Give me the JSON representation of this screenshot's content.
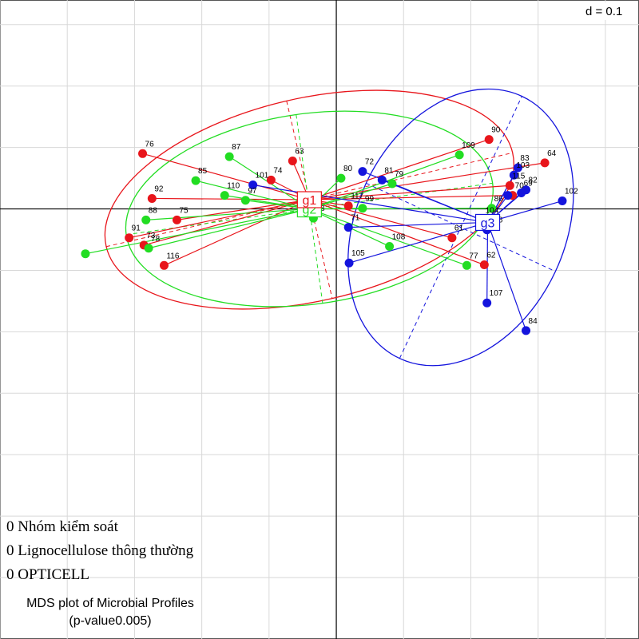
{
  "chart_data": {
    "type": "scatter",
    "scale_label": "d = 0.1",
    "grid_step": 0.1,
    "xlim": [
      -0.5,
      0.45
    ],
    "ylim": [
      -0.7,
      0.34
    ],
    "colors": {
      "g1": "#e8151b",
      "g2": "#22dd22",
      "g3": "#1414dd"
    },
    "groups": [
      {
        "name": "g1",
        "color": "#e8151b",
        "centroid": [
          -0.04,
          0.015
        ],
        "ellipse": {
          "center": [
            -0.04,
            0.015
          ],
          "rx": 0.31,
          "ry": 0.165,
          "angle_deg": 13
        }
      },
      {
        "name": "g2",
        "color": "#22dd22",
        "centroid": [
          -0.04,
          0.0
        ],
        "ellipse": {
          "center": [
            -0.04,
            0.0
          ],
          "rx": 0.275,
          "ry": 0.155,
          "angle_deg": 8
        }
      },
      {
        "name": "g3",
        "color": "#1414dd",
        "centroid": [
          0.225,
          -0.022
        ],
        "ellipse": {
          "center": [
            0.185,
            -0.03
          ],
          "rx": 0.215,
          "ry": 0.17,
          "angle_deg": 65
        }
      }
    ],
    "points": [
      {
        "label": "90",
        "group": "g1",
        "x": 0.227,
        "y": 0.113
      },
      {
        "label": "76",
        "group": "g1",
        "x": -0.288,
        "y": 0.09
      },
      {
        "label": "63",
        "group": "g1",
        "x": -0.065,
        "y": 0.078
      },
      {
        "label": "64",
        "group": "g1",
        "x": 0.31,
        "y": 0.075
      },
      {
        "label": "74",
        "group": "g1",
        "x": -0.097,
        "y": 0.047
      },
      {
        "label": "115",
        "group": "g1",
        "x": 0.258,
        "y": 0.038
      },
      {
        "label": "92",
        "group": "g1",
        "x": -0.274,
        "y": 0.017
      },
      {
        "label": "70",
        "group": "g1",
        "x": 0.262,
        "y": 0.022
      },
      {
        "label": "117",
        "group": "g1",
        "x": 0.018,
        "y": 0.005
      },
      {
        "label": "75",
        "group": "g1",
        "x": -0.237,
        "y": -0.018
      },
      {
        "label": "61",
        "group": "g1",
        "x": 0.172,
        "y": -0.047
      },
      {
        "label": "91",
        "group": "g1",
        "x": -0.308,
        "y": -0.047
      },
      {
        "label": "73",
        "group": "g1",
        "x": -0.286,
        "y": -0.059
      },
      {
        "label": "62",
        "group": "g1",
        "x": 0.22,
        "y": -0.091
      },
      {
        "label": "116",
        "group": "g1",
        "x": -0.256,
        "y": -0.092
      },
      {
        "label": "87",
        "group": "g2",
        "x": -0.159,
        "y": 0.085
      },
      {
        "label": "109",
        "group": "g2",
        "x": 0.183,
        "y": 0.088
      },
      {
        "label": "85",
        "group": "g2",
        "x": -0.209,
        "y": 0.046
      },
      {
        "label": "80",
        "group": "g2",
        "x": 0.007,
        "y": 0.05
      },
      {
        "label": "79",
        "group": "g2",
        "x": 0.083,
        "y": 0.041
      },
      {
        "label": "110",
        "group": "g2",
        "x": -0.166,
        "y": 0.022
      },
      {
        "label": "97",
        "group": "g2",
        "x": -0.135,
        "y": 0.014
      },
      {
        "label": "99",
        "group": "g2",
        "x": 0.039,
        "y": 0.001
      },
      {
        "label": "86",
        "group": "g2",
        "x": 0.231,
        "y": 0.001
      },
      {
        "label": "88",
        "group": "g2",
        "x": -0.283,
        "y": -0.018
      },
      {
        "label": "98",
        "group": "g2",
        "x": -0.034,
        "y": -0.015
      },
      {
        "label": "78",
        "group": "g2",
        "x": -0.279,
        "y": -0.064
      },
      {
        "label": "108",
        "group": "g2",
        "x": 0.079,
        "y": -0.061
      },
      {
        "label": "77",
        "group": "g2",
        "x": 0.194,
        "y": -0.092
      },
      {
        "label": "",
        "group": "g2",
        "x": -0.373,
        "y": -0.073
      },
      {
        "label": "83",
        "group": "g3",
        "x": 0.27,
        "y": 0.067
      },
      {
        "label": "103",
        "group": "g3",
        "x": 0.264,
        "y": 0.055
      },
      {
        "label": "72",
        "group": "g3",
        "x": 0.039,
        "y": 0.061
      },
      {
        "label": "81",
        "group": "g3",
        "x": 0.068,
        "y": 0.047
      },
      {
        "label": "101",
        "group": "g3",
        "x": -0.124,
        "y": 0.039
      },
      {
        "label": "82",
        "group": "g3",
        "x": 0.282,
        "y": 0.031
      },
      {
        "label": "69",
        "group": "g3",
        "x": 0.275,
        "y": 0.026
      },
      {
        "label": "",
        "group": "g3",
        "x": 0.255,
        "y": 0.022
      },
      {
        "label": "102",
        "group": "g3",
        "x": 0.336,
        "y": 0.013
      },
      {
        "label": "104",
        "group": "g3",
        "x": 0.218,
        "y": -0.018
      },
      {
        "label": "106",
        "group": "g3",
        "x": 0.224,
        "y": -0.034
      },
      {
        "label": "71",
        "group": "g3",
        "x": 0.018,
        "y": -0.03
      },
      {
        "label": "105",
        "group": "g3",
        "x": 0.019,
        "y": -0.088
      },
      {
        "label": "107",
        "group": "g3",
        "x": 0.224,
        "y": -0.153
      },
      {
        "label": "84",
        "group": "g3",
        "x": 0.282,
        "y": -0.198
      }
    ]
  },
  "legend": [
    {
      "group": "g1",
      "marker": "0",
      "label": "Nhóm kiểm soát"
    },
    {
      "group": "g2",
      "marker": "0",
      "label": "Lignocellulose thông thường"
    },
    {
      "group": "g3",
      "marker": "0",
      "label": "OPTICELL"
    }
  ],
  "caption": {
    "title": "MDS plot of Microbial Profiles",
    "subtitle": "(p-value0.005)"
  }
}
